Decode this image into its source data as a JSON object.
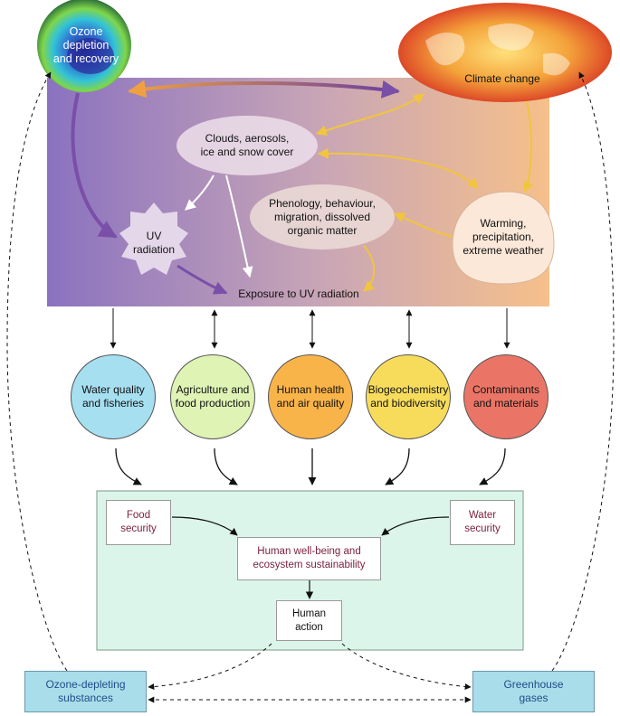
{
  "top": {
    "ozone_label": "Ozone\ndepletion\nand recovery",
    "climate_label": "Climate change"
  },
  "band": {
    "clouds": "Clouds, aerosols,\nice and snow cover",
    "phenology": "Phenology, behaviour,\nmigration, dissolved\norganic matter",
    "warming": "Warming,\nprecipitation,\nextreme weather",
    "uv": "UV\nradiation",
    "exposure": "Exposure to UV radiation"
  },
  "circles": [
    {
      "label": "Water quality\nand fisheries",
      "color": "#a6dff0"
    },
    {
      "label": "Agriculture and\nfood production",
      "color": "#def3b4"
    },
    {
      "label": "Human health\nand air quality",
      "color": "#f9b449"
    },
    {
      "label": "Biogeochemistry\nand biodiversity",
      "color": "#f7dc5c"
    },
    {
      "label": "Contaminants\nand materials",
      "color": "#ea7567"
    }
  ],
  "wellbeing": {
    "food": "Food\nsecurity",
    "water": "Water\nsecurity",
    "center": "Human well-being and\necosystem sustainability",
    "action": "Human\naction"
  },
  "drivers": {
    "ozone_depleting": "Ozone-depleting\nsubstances",
    "greenhouse": "Greenhouse\ngases"
  },
  "colors": {
    "band_left": "#8a72c0",
    "band_right": "#f4bd8a",
    "wellbeing_bg": "#dcf5ea",
    "driver_bg": "#a9dde9",
    "arrow_yellow": "#f1c53d",
    "arrow_purple": "#7a4fa8",
    "text_maroon": "#7a1f3d"
  }
}
